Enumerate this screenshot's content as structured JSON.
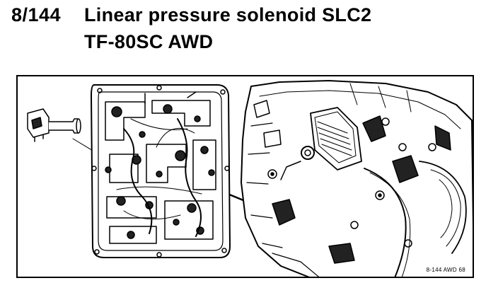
{
  "header": {
    "code": "8/144",
    "title_line1": "Linear pressure solenoid SLC2",
    "title_line2": "TF-80SC AWD"
  },
  "figure": {
    "reference": "8-144 AWD 68"
  }
}
